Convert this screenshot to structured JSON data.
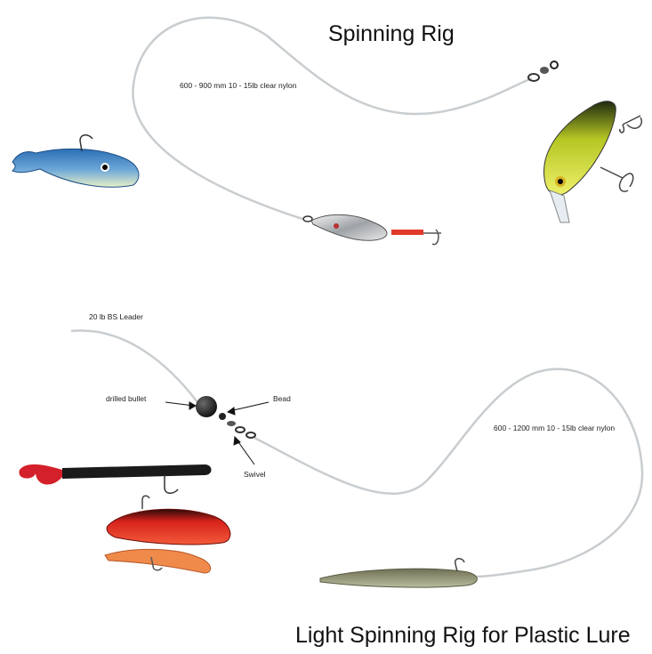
{
  "titles": {
    "top": "Spinning Rig",
    "bottom": "Light Spinning Rig for Plastic Lure"
  },
  "labels": {
    "nylon_top": "600 - 900 mm 10 - 15lb clear nylon",
    "leader": "20 lb BS Leader",
    "drilled_bullet": "drilled bullet",
    "bead": "Bead",
    "swivel": "Swivel",
    "nylon_bottom": "600 - 1200 mm 10 - 15lb clear nylon"
  },
  "colors": {
    "line": "#c9cdd0",
    "text": "#111111",
    "shad_blue": "#2f6fb0",
    "minnow_yellow": "#d8d62a",
    "soft_red": "#d8231c",
    "worm_black": "#1a1a1a",
    "curl_tail_red": "#d4202a",
    "orange_grub": "#f08a4a",
    "olive_stickbait": "#8a8a6a"
  }
}
